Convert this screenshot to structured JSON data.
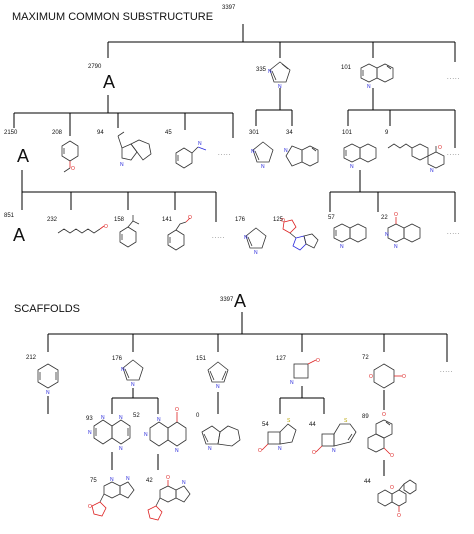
{
  "sections": {
    "mcs": {
      "title": "MAXIMUM COMMON SUBSTRUCTURE",
      "root_count": "3397",
      "level1": [
        {
          "count": "2790",
          "label": "A"
        },
        {
          "count": "335"
        },
        {
          "count": "101"
        },
        {
          "more": "....."
        }
      ],
      "level2": [
        {
          "count": "2150",
          "label": "A"
        },
        {
          "count": "208"
        },
        {
          "count": "94"
        },
        {
          "count": "45"
        },
        {
          "more": "....."
        },
        {
          "count": "301"
        },
        {
          "count": "34"
        },
        {
          "count": "101"
        },
        {
          "count": "9"
        },
        {
          "more": "....."
        }
      ],
      "level3": [
        {
          "count": "851",
          "label": "A"
        },
        {
          "count": "232"
        },
        {
          "count": "158"
        },
        {
          "count": "141"
        },
        {
          "more": "....."
        },
        {
          "count": "176"
        },
        {
          "count": "125"
        },
        {
          "count": "57"
        },
        {
          "count": "22"
        },
        {
          "more": "....."
        }
      ]
    },
    "scaffolds": {
      "title": "SCAFFOLDS",
      "root_count": "3397",
      "root_label": "A",
      "level1": [
        {
          "count": "212"
        },
        {
          "count": "176"
        },
        {
          "count": "151"
        },
        {
          "count": "127"
        },
        {
          "count": "72"
        },
        {
          "more": "....."
        }
      ],
      "level2": [
        {
          "count": "93"
        },
        {
          "count": "52"
        },
        {
          "count": "0"
        },
        {
          "count": "54"
        },
        {
          "count": "44"
        },
        {
          "count": "89"
        }
      ],
      "level3": [
        {
          "count": "75"
        },
        {
          "count": "42"
        },
        {
          "count": "44"
        }
      ]
    }
  },
  "atom_labels": {
    "N": "N",
    "O": "O",
    "S": "S"
  }
}
